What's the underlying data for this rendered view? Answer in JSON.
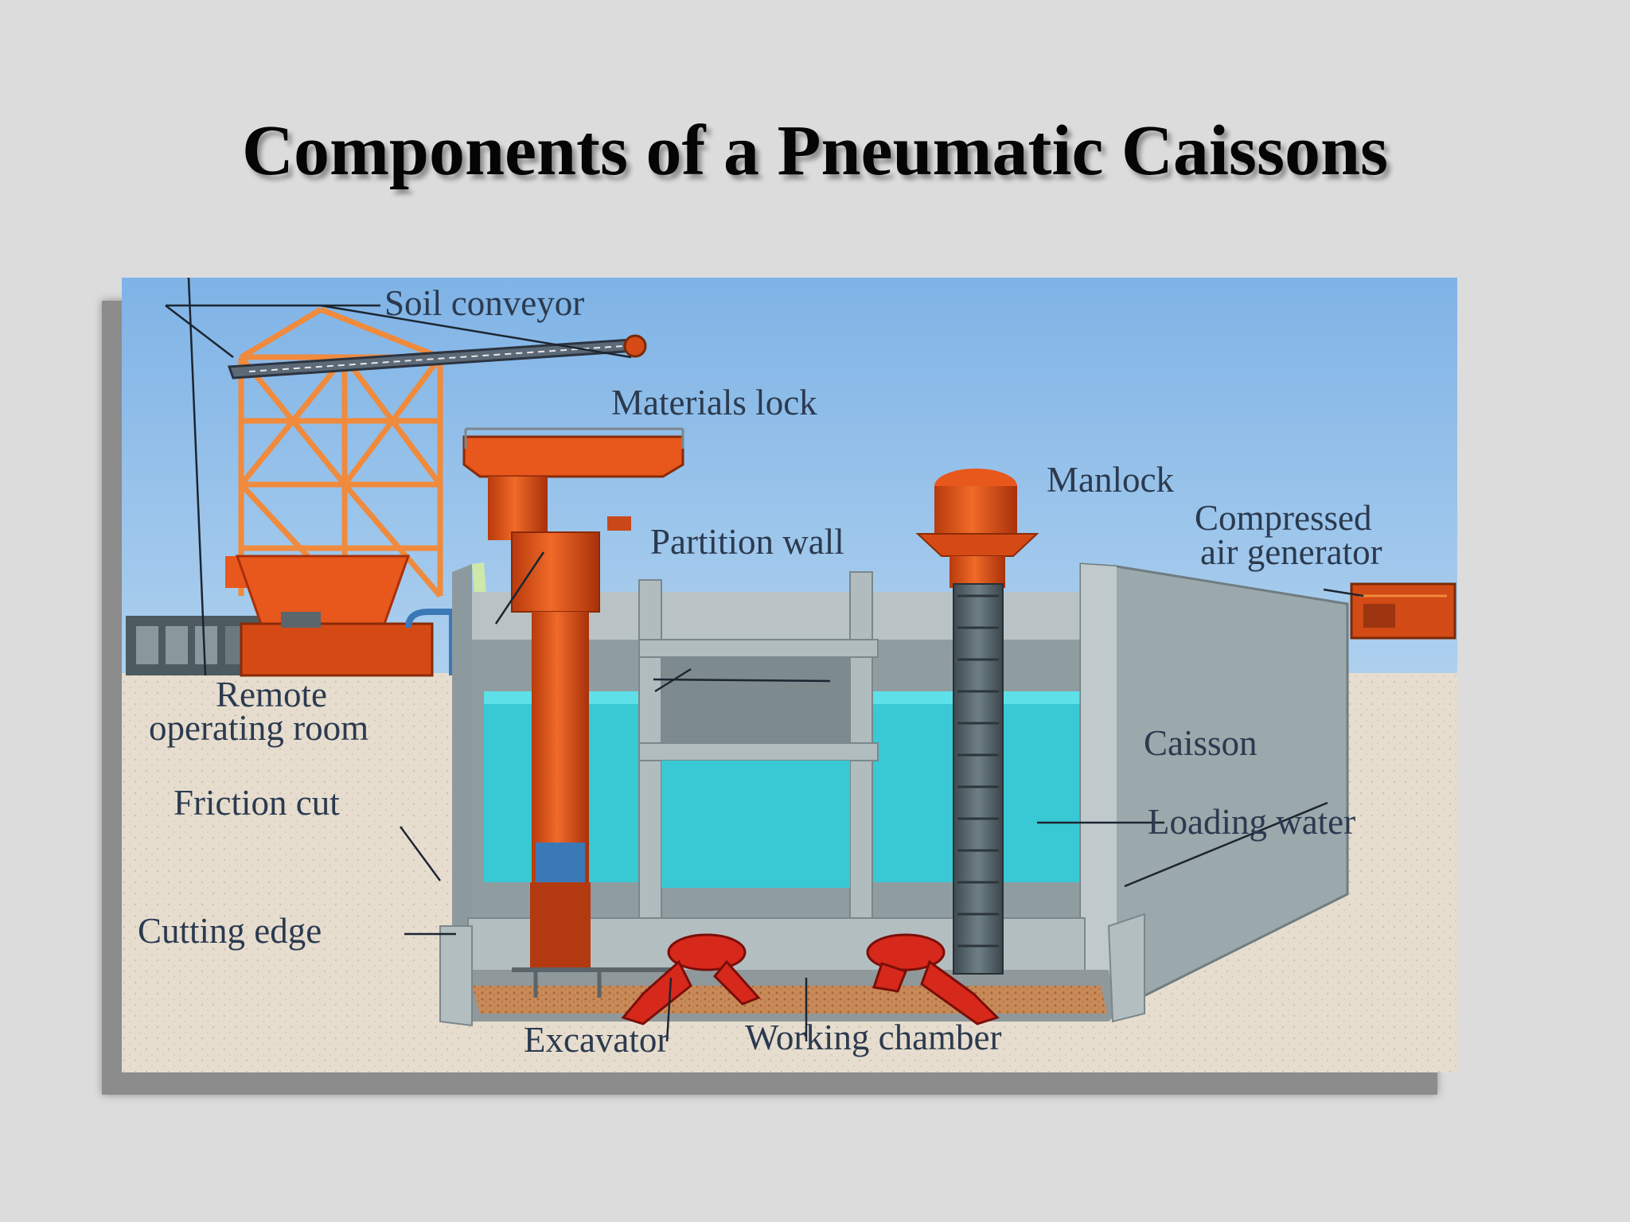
{
  "slide": {
    "title": "Components of a Pneumatic Caissons"
  },
  "diagram": {
    "labels": {
      "soil_conveyor": "Soil conveyor",
      "materials_lock": "Materials lock",
      "manlock": "Manlock",
      "compressed_air_line1": "Compressed",
      "compressed_air_line2": "air generator",
      "partition_wall": "Partition wall",
      "remote_line1": "Remote",
      "remote_line2": "operating room",
      "friction_cut": "Friction cut",
      "caisson": "Caisson",
      "loading_water": "Loading water",
      "cutting_edge": "Cutting edge",
      "excavator": "Excavator",
      "working_chamber": "Working chamber"
    },
    "colors": {
      "sky_top": "#7fb3e6",
      "sky_bottom": "#d8ecf7",
      "ground": "#e6ddcf",
      "concrete": "#a7b3b6",
      "water": "#38c9d4",
      "steel_orange": "#e8571c",
      "label_text": "#2b3a4f"
    }
  }
}
